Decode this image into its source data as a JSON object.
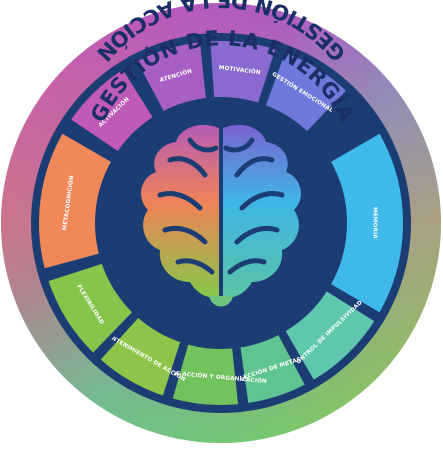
{
  "diagram": {
    "top_arc_title": "GESTIÓN DE LA ENERGÍA",
    "bottom_arc_title": "GESTIÓN DE LA ACCIÓN",
    "segments": [
      {
        "id": "atencion",
        "label": "ATENCIÓN",
        "color": "#a85fc5"
      },
      {
        "id": "motivacion",
        "label": "MOTIVACIÓN",
        "color": "#8a6ad1"
      },
      {
        "id": "gestion-emocional",
        "label": "GESTIÓN EMOCIONAL",
        "color": "#6f79dc"
      },
      {
        "id": "memoria",
        "label": "MEMORIA",
        "color": "#3fb8ea"
      },
      {
        "id": "control-impulsividad",
        "label": "CONTROL DE IMPULSIVIDAD",
        "color": "#5fc7ae"
      },
      {
        "id": "eleccion-metas",
        "label": "ELECCIÓN DE METAS",
        "color": "#5fc48f"
      },
      {
        "id": "inicio-organizacion",
        "label": "INICIO DE ACCIÓN Y ORGANIZACIÓN",
        "color": "#72c35e"
      },
      {
        "id": "mantenimiento-accion",
        "label": "MANTENIMIENTO DE ACCIÓN",
        "color": "#8cc54a"
      },
      {
        "id": "flexibilidad",
        "label": "FLEXIBILIDAD",
        "color": "#86c54b"
      },
      {
        "id": "metacognicion",
        "label": "METACOGNICIÓN",
        "color": "#f0885a"
      },
      {
        "id": "activacion",
        "label": "ACTIVACIÓN",
        "color": "#c05ab7"
      }
    ],
    "colors": {
      "inner_disc": "#1b3d73",
      "title_text": "#1b2f66",
      "brain_left": [
        "#b35bb3",
        "#f0825a",
        "#85c94a"
      ],
      "brain_right": [
        "#7a63cf",
        "#3fb6e8",
        "#59c4a4"
      ]
    }
  }
}
